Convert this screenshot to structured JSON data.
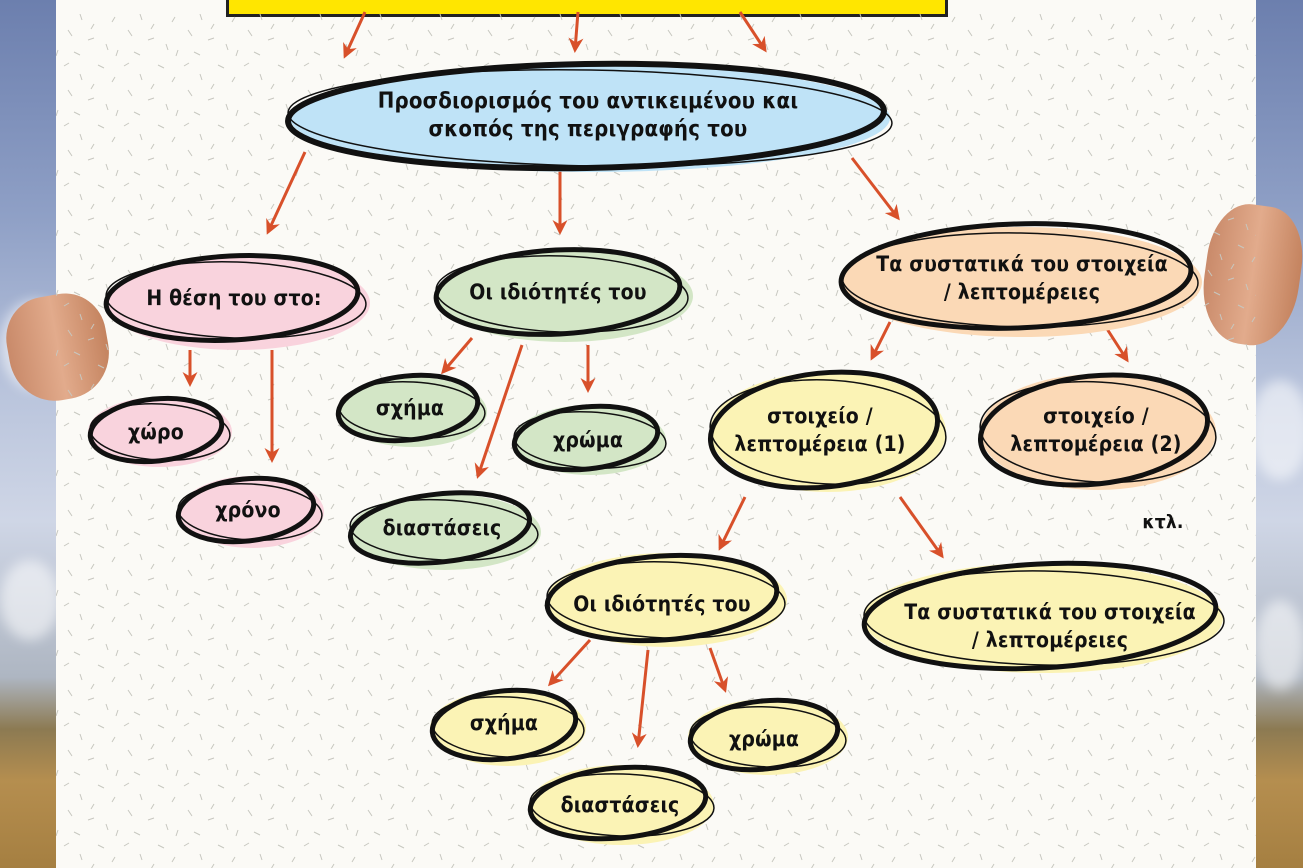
{
  "nodes": {
    "root": "Προσδιορισμός του αντικειμένου και\nσκοπός της περιγραφής του",
    "position": "Η θέση του στο:",
    "properties": "Οι ιδιότητές του",
    "components": "Τα συστατικά του στοιχεία\n/ λεπτομέρειες",
    "space": "χώρο",
    "time": "χρόνο",
    "shape1": "σχήμα",
    "color1": "χρώμα",
    "dimensions1": "διαστάσεις",
    "element1": "στοιχείο /\nλεπτομέρεια (1)",
    "element2": "στοιχείο /\nλεπτομέρεια (2)",
    "etc": "κτλ.",
    "properties2": "Οι ιδιότητές του",
    "components2": "Τα συστατικά του στοιχεία\n/ λεπτομέρειες",
    "shape2": "σχήμα",
    "color2": "χρώμα",
    "dimensions2": "διαστάσεις"
  },
  "colors": {
    "blue": "#bfe3f7",
    "pink": "#f9d3dd",
    "green": "#d3e6c6",
    "orange": "#fbd9b6",
    "yellow": "#fbf3b5",
    "arrow": "#d8502a",
    "banner": "#ffe600"
  }
}
